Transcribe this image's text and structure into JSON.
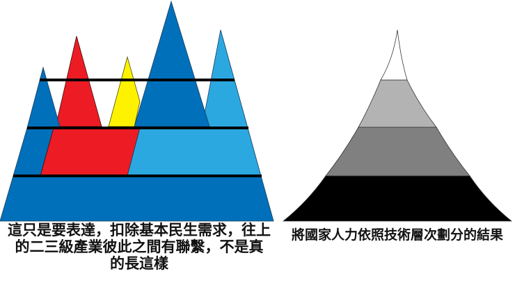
{
  "colors": {
    "dark_blue": "#0070BB",
    "light_blue": "#2BA8E0",
    "red": "#ED1C24",
    "yellow": "#FFF200",
    "black_line": "#000000",
    "gray_light": "#B3B3B3",
    "gray_mid": "#808080",
    "gray_dark": "#000000",
    "white": "#FFFFFF"
  },
  "left_figure": {
    "description": "Interlinked industry mountains",
    "caption_lines": [
      "這只是要表達，扣除基本民生需求，往上",
      "的二三級產業彼此之間有聯繫，不是真",
      "的長這樣"
    ]
  },
  "right_figure": {
    "description": "National manpower pyramid by skill level",
    "caption": "將國家人力依照技術層次劃分的結果",
    "bands": [
      "white",
      "light-gray",
      "mid-gray",
      "black"
    ]
  }
}
